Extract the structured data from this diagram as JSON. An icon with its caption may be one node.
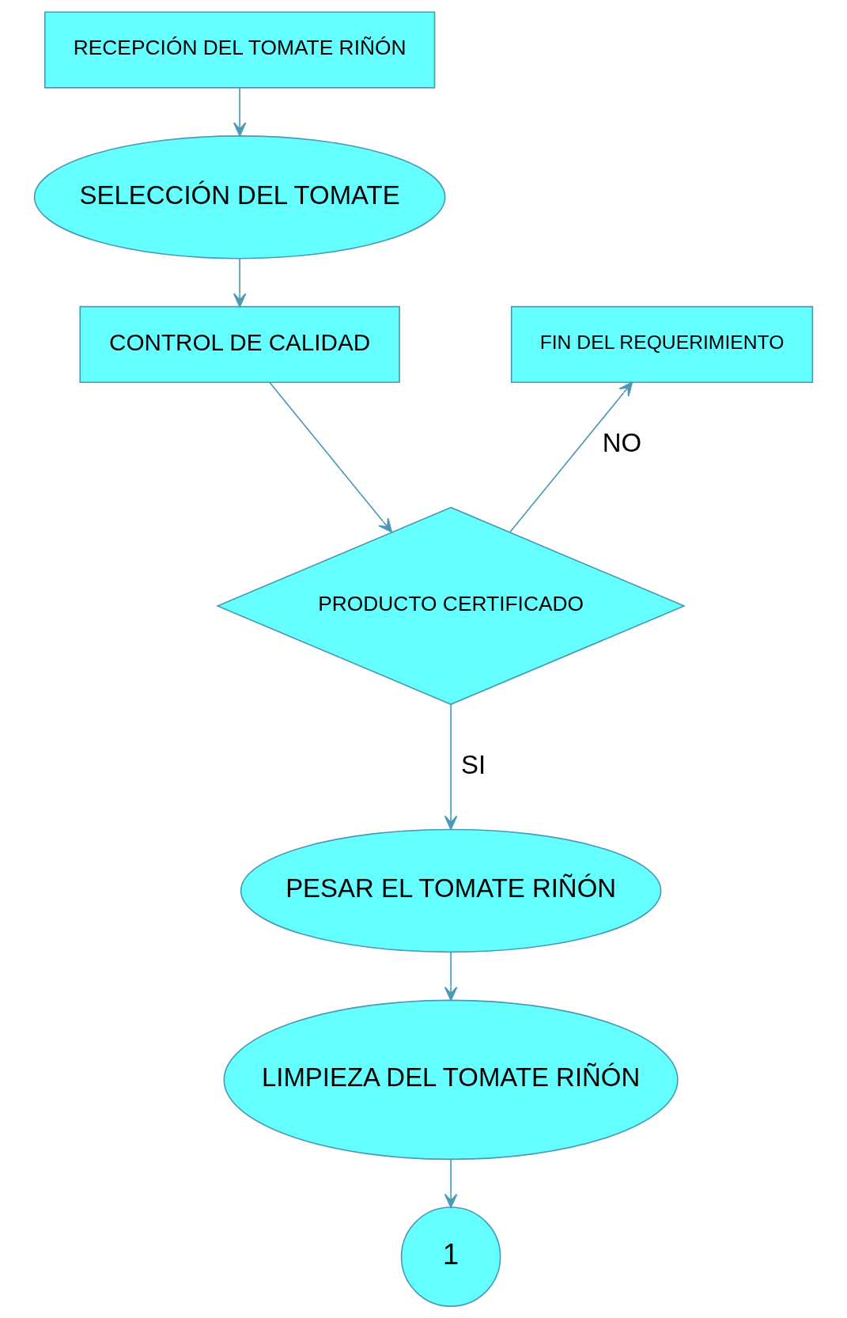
{
  "diagram": {
    "nodes": [
      {
        "text": [
          "RECEPCIÓN DEL TOMATE RIÑÓN"
        ]
      },
      {
        "text": [
          "SELECCIÓN DEL TOMATE"
        ]
      },
      {
        "text": [
          "CONTROL DE CALIDAD"
        ]
      },
      {
        "text": [
          "PRODUCTO CERTIFICADO"
        ]
      },
      {
        "text": [
          "FIN DEL REQUERIMIENTO"
        ]
      },
      {
        "text": [
          "PESAR EL TOMATE RIÑÓN"
        ]
      },
      {
        "text": [
          "LIMPIEZA DEL TOMATE RIÑÓN"
        ]
      },
      {
        "text": [
          "1"
        ]
      }
    ],
    "edges": [
      {
        "from": 0,
        "to": 1,
        "arrow": "to"
      },
      {
        "from": 1,
        "to": 2,
        "arrow": "to"
      },
      {
        "from": 2,
        "to": 3,
        "arrow": "to"
      },
      {
        "from": 3,
        "to": 4,
        "arrow": "to",
        "label": "NO"
      },
      {
        "from": 3,
        "to": 5,
        "arrow": "to",
        "label": "SI"
      },
      {
        "from": 5,
        "to": 6,
        "arrow": "to"
      },
      {
        "from": 6,
        "to": 7,
        "arrow": "to"
      }
    ]
  }
}
